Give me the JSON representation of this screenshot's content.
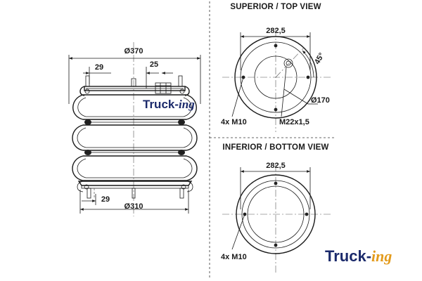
{
  "side_view": {
    "dim_top_diameter": "Ø370",
    "dim_left_offset": "29",
    "dim_right_offset": "25",
    "dim_bottom_offset": "29",
    "dim_bottom_diameter": "Ø310",
    "logo": {
      "part1": "Truck-",
      "part2": "ing",
      "color1": "#1b2a6b",
      "color2": "#1b2a6b"
    }
  },
  "top_view": {
    "title": "SUPERIOR / TOP VIEW",
    "dim_width": "282,5",
    "angle": "45°",
    "diameter": "Ø170",
    "bolts": "4x M10",
    "thread": "M22x1,5"
  },
  "bottom_view": {
    "title": "INFERIOR / BOTTOM VIEW",
    "dim_width": "282,5",
    "bolts": "4x M10"
  },
  "brand_logo": {
    "part1": "Truck-",
    "part2": "ing",
    "color1": "#1b2a6b",
    "color2": "#e39b1c"
  }
}
